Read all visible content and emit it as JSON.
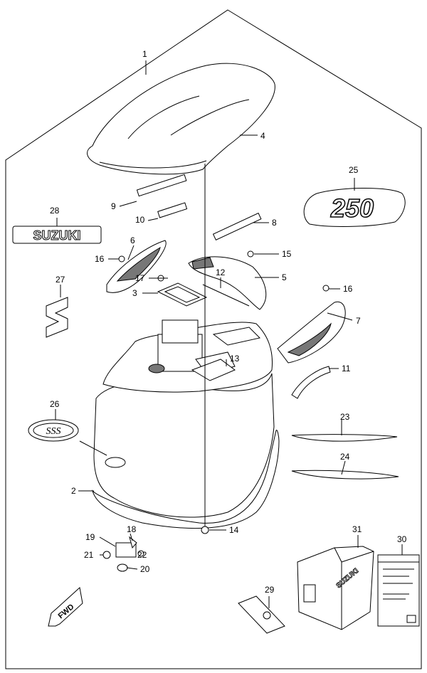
{
  "parts": {
    "p1": "1",
    "p2": "2",
    "p3": "3",
    "p4": "4",
    "p5": "5",
    "p6": "6",
    "p7": "7",
    "p8": "8",
    "p9": "9",
    "p10": "10",
    "p11": "11",
    "p12": "12",
    "p13": "13",
    "p14": "14",
    "p15": "15",
    "p16a": "16",
    "p16b": "16",
    "p17": "17",
    "p18": "18",
    "p19": "19",
    "p20": "20",
    "p21": "21",
    "p22": "22",
    "p23": "23",
    "p24": "24",
    "p25": "25",
    "p26": "26",
    "p27": "27",
    "p28": "28",
    "p29": "29",
    "p30": "30",
    "p31": "31"
  },
  "decals": {
    "number_decal": "250",
    "brand_decal": "SUZUKI",
    "cover_brand": "SUZUKI",
    "fwd_arrow": "FWD"
  },
  "icons": {
    "emblem": "suzuki-s-emblem-icon",
    "sss": "sss-oval-emblem-icon",
    "manual": "owners-manual-icon"
  }
}
